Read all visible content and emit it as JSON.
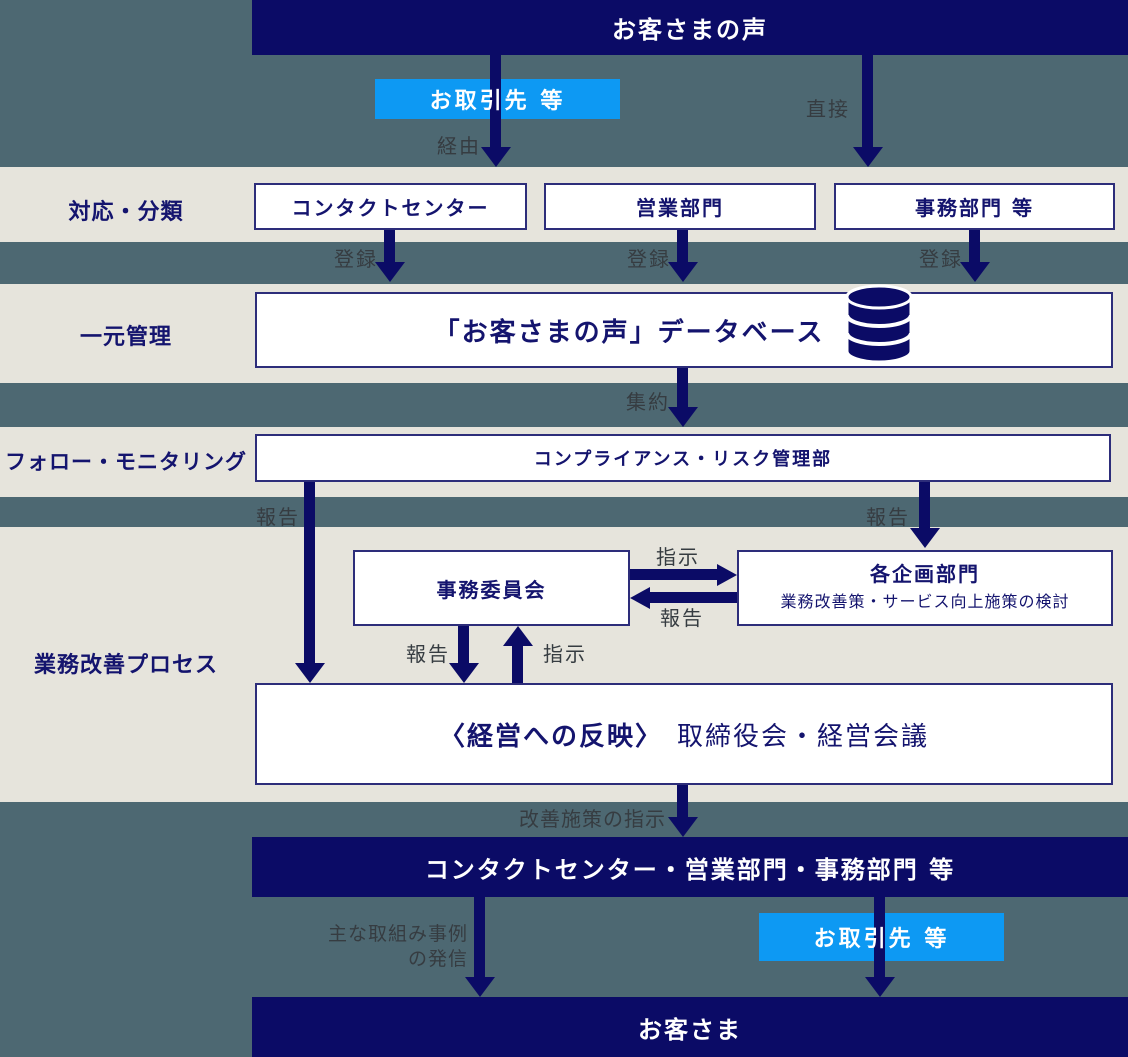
{
  "colors": {
    "navy": "#0b0b66",
    "slate_background": "#4d6872",
    "beige_band": "#e6e4dc",
    "accent_blue": "#0d99f3",
    "box_text_navy": "#14146e",
    "gray_label": "#363c41"
  },
  "top_bar": {
    "label": "お客さまの声"
  },
  "partner_box_top": {
    "label": "お取引先 等"
  },
  "partner_box_bottom": {
    "label": "お取引先 等"
  },
  "flow_labels": {
    "via": "経由",
    "direct": "直接",
    "register": "登録",
    "aggregate": "集約",
    "report": "報告",
    "instruct": "指示",
    "improvement_instruction": "改善施策の指示",
    "case_sharing_line1": "主な取組み事例",
    "case_sharing_line2": "の発信"
  },
  "rows": {
    "triage": {
      "label": "対応・分類",
      "boxes": [
        "コンタクトセンター",
        "営業部門",
        "事務部門 等"
      ]
    },
    "central": {
      "label": "一元管理",
      "box": "「お客さまの声」データベース"
    },
    "monitoring": {
      "label": "フォロー・モニタリング",
      "box": "コンプライアンス・リスク管理部"
    },
    "improvement": {
      "label": "業務改善プロセス",
      "committee_box": "事務委員会",
      "planning_box_title": "各企画部門",
      "planning_box_sub": "業務改善策・サービス向上施策の検討",
      "management_box_em": "〈経営への反映〉",
      "management_box_rest": "取締役会・経営会議"
    }
  },
  "bottom_bar": {
    "label": "コンタクトセンター・営業部門・事務部門 等"
  },
  "customer_bar": {
    "label": "お客さま"
  }
}
